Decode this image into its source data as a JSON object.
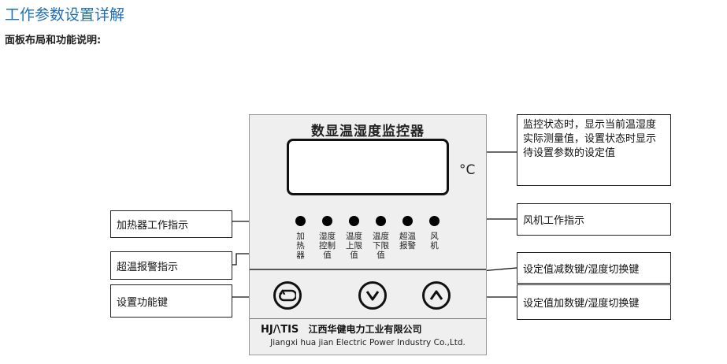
{
  "header": {
    "title": "工作参数设置详解",
    "subtitle": "面板布局和功能说明:"
  },
  "panel": {
    "title": "数显温湿度监控器",
    "unit": "°C",
    "indicators": [
      {
        "label": [
          "加",
          "热",
          "器"
        ]
      },
      {
        "label": [
          "湿度",
          "控制",
          "值"
        ]
      },
      {
        "label": [
          "温度",
          "上限",
          "值"
        ]
      },
      {
        "label": [
          "温度",
          "下限",
          "值"
        ]
      },
      {
        "label": [
          "超温",
          "报警"
        ]
      },
      {
        "label": [
          "风",
          "机"
        ]
      }
    ],
    "brand_logo": "HJ/\\TIS",
    "brand_cn": "江西华健电力工业有限公司",
    "brand_en": "Jiangxi hua jian Electric Power Industry Co.,Ltd."
  },
  "callouts": {
    "display": "监控状态时，显示当前温湿度实际测量值，设置状态时显示待设置参数的设定值",
    "heater": "加热器工作指示",
    "fan": "风机工作指示",
    "overtemp": "超温报警指示",
    "decrease": "设定值减数键/湿度切换键",
    "set_function": "设置功能键",
    "increase": "设定值加数键/湿度切换键"
  },
  "colors": {
    "title": "#1f6fb5",
    "panel_bg": "#efefef",
    "line": "#111111"
  },
  "icons": {
    "set_button": "cycle-icon",
    "down_button": "chevron-down-icon",
    "up_button": "chevron-up-icon"
  }
}
